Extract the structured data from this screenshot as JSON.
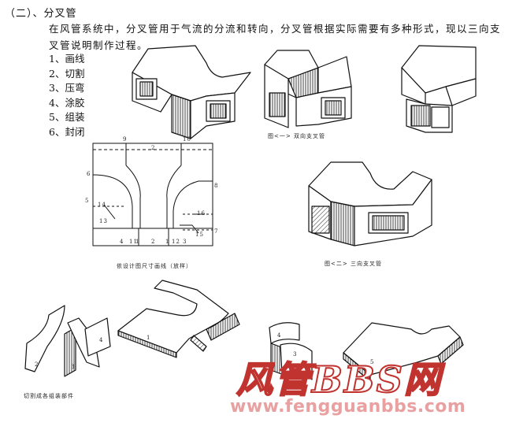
{
  "section": {
    "heading": "（二）、分叉管",
    "paragraph": "在风管系统中，分叉管用于气流的分流和转向，分叉管根据实际需要有多种形式，现以三向支叉管说明制作过程。",
    "steps": [
      "1、画线",
      "2、切割",
      "3、压弯",
      "4、涂胶",
      "5、组装",
      "6、封闭"
    ]
  },
  "figures": {
    "fig1_caption": "图<一> 双向支叉管",
    "fig2_caption": "图<二> 三向支叉管",
    "layout_caption": "依设计图尺寸画线（放样）",
    "parts_caption": "切割成各组装部件"
  },
  "layout_labels": {
    "top": [
      "9",
      "2",
      "10"
    ],
    "left": [
      "6",
      "5",
      "14",
      "13"
    ],
    "right": [
      "8",
      "16",
      "15",
      "7"
    ],
    "bottom": [
      "4",
      "11",
      "1",
      "2",
      "1",
      "12",
      "3"
    ]
  },
  "part_labels": {
    "parts_a": [
      "2",
      "3",
      "4"
    ],
    "parts_b": [
      "1"
    ],
    "parts_c": [
      "4",
      "3"
    ],
    "parts_d": [
      "5"
    ]
  },
  "watermark": {
    "logo_text": "风管BBS网",
    "url": "www.fengguanbbs.com"
  },
  "colors": {
    "ink": "#111111",
    "watermark_red": "#c0332f",
    "watermark_pink": "#e8a0a0"
  }
}
